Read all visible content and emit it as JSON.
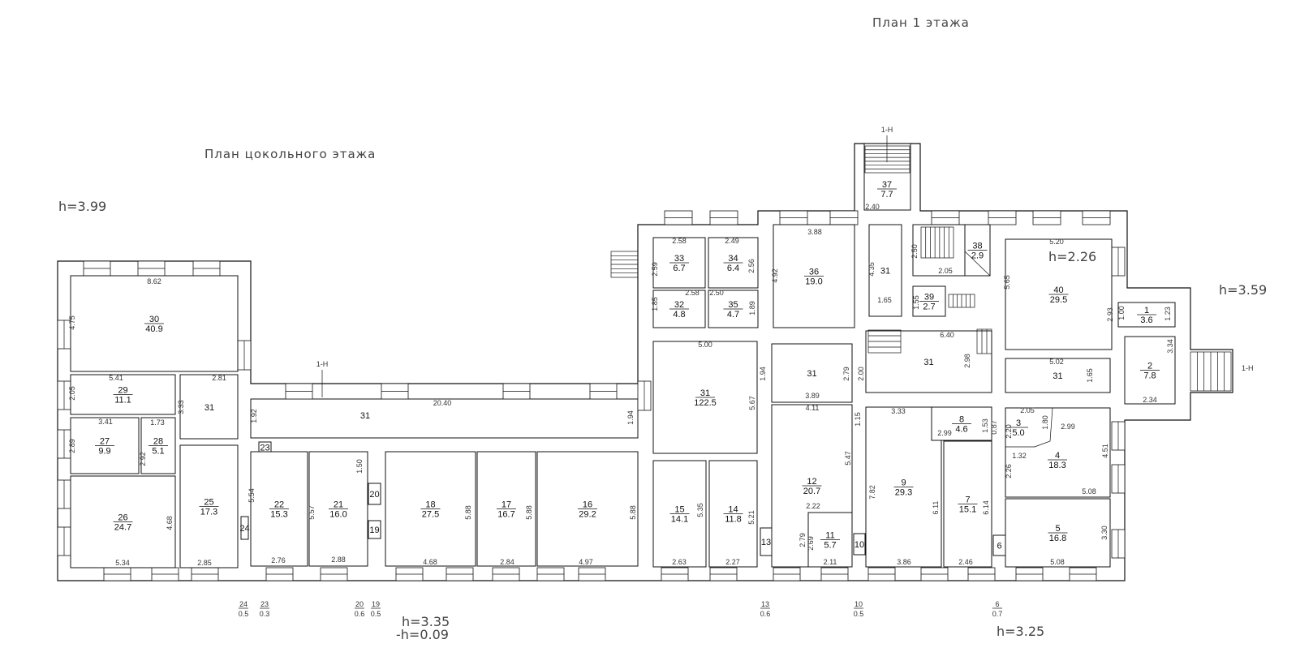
{
  "titles": {
    "first_floor": "План 1 этажа",
    "basement": "План цокольного этажа"
  },
  "heights": {
    "h_left": "h=3.99",
    "h_room40": "h=2.26",
    "h_right": "h=3.59",
    "h_bottom_mid": "h=3.35",
    "h_bottom_mid_2": "-h=0.09",
    "h_bottom_right": "h=3.25"
  },
  "section_marks": [
    "1-Н",
    "1-Н",
    "1-Н"
  ],
  "rooms": [
    {
      "num": "30",
      "area": "40.9"
    },
    {
      "num": "29",
      "area": "11.1"
    },
    {
      "num": "31",
      "area": ""
    },
    {
      "num": "27",
      "area": "9.9"
    },
    {
      "num": "28",
      "area": "5.1"
    },
    {
      "num": "26",
      "area": "24.7"
    },
    {
      "num": "25",
      "area": "17.3"
    },
    {
      "num": "31",
      "area": ""
    },
    {
      "num": "24",
      "area": ""
    },
    {
      "num": "23",
      "area": ""
    },
    {
      "num": "22",
      "area": "15.3"
    },
    {
      "num": "21",
      "area": "16.0"
    },
    {
      "num": "20",
      "area": ""
    },
    {
      "num": "19",
      "area": ""
    },
    {
      "num": "18",
      "area": "27.5"
    },
    {
      "num": "17",
      "area": "16.7"
    },
    {
      "num": "16",
      "area": "29.2"
    },
    {
      "num": "31",
      "area": "122.5"
    },
    {
      "num": "15",
      "area": "14.1"
    },
    {
      "num": "14",
      "area": "11.8"
    },
    {
      "num": "13",
      "area": ""
    },
    {
      "num": "31",
      "area": ""
    },
    {
      "num": "12",
      "area": "20.7"
    },
    {
      "num": "11",
      "area": "5.7"
    },
    {
      "num": "10",
      "area": ""
    },
    {
      "num": "31",
      "area": ""
    },
    {
      "num": "9",
      "area": "29.3"
    },
    {
      "num": "8",
      "area": "4.6"
    },
    {
      "num": "7",
      "area": "15.1"
    },
    {
      "num": "6",
      "area": ""
    },
    {
      "num": "40",
      "area": "29.5"
    },
    {
      "num": "31",
      "area": ""
    },
    {
      "num": "4",
      "area": "18.3"
    },
    {
      "num": "3",
      "area": "5.0"
    },
    {
      "num": "5",
      "area": "16.8"
    },
    {
      "num": "2",
      "area": "7.8"
    },
    {
      "num": "1",
      "area": "3.6"
    },
    {
      "num": "33",
      "area": "6.7"
    },
    {
      "num": "34",
      "area": "6.4"
    },
    {
      "num": "32",
      "area": "4.8"
    },
    {
      "num": "35",
      "area": "4.7"
    },
    {
      "num": "36",
      "area": "19.0"
    },
    {
      "num": "37",
      "area": "7.7"
    },
    {
      "num": "31",
      "area": ""
    },
    {
      "num": "38",
      "area": "2.9"
    },
    {
      "num": "39",
      "area": "2.7"
    }
  ],
  "small_rooms_legend": [
    {
      "num": "24",
      "area": "0.5"
    },
    {
      "num": "23",
      "area": "0.3"
    },
    {
      "num": "20",
      "area": "0.6"
    },
    {
      "num": "19",
      "area": "0.5"
    },
    {
      "num": "13",
      "area": "0.6"
    },
    {
      "num": "10",
      "area": "0.5"
    },
    {
      "num": "6",
      "area": "0.7"
    }
  ],
  "dims": [
    "8.62",
    "4.75",
    "5.41",
    "2.81",
    "2.05",
    "3.33",
    "3.41",
    "1.73",
    "2.89",
    "2.92",
    "5.34",
    "4.68",
    "2.85",
    "1.92",
    "20.40",
    "1.94",
    "5.54",
    "2.76",
    "5.57",
    "2.88",
    "1.50",
    "4.68",
    "5.88",
    "2.84",
    "5.88",
    "4.97",
    "5.88",
    "5.00",
    "5.67",
    "1.94",
    "2.63",
    "5.35",
    "2.27",
    "5.21",
    "3.89",
    "4.11",
    "2.79",
    "2.00",
    "1.15",
    "5.47",
    "2.22",
    "2.79",
    "2.69",
    "2.11",
    "3.33",
    "2.99",
    "1.53",
    "0.87",
    "7.82",
    "6.11",
    "6.14",
    "3.86",
    "2.46",
    "6.40",
    "2.98",
    "2.58",
    "2.49",
    "2.59",
    "2.56",
    "2.58",
    "2.50",
    "1.85",
    "1.89",
    "3.88",
    "4.92",
    "4.35",
    "1.65",
    "2.50",
    "2.05",
    "1.55",
    "2.40",
    "5.20",
    "5.65",
    "2.93",
    "1.00",
    "1.23",
    "3.34",
    "5.02",
    "1.65",
    "2.34",
    "2.05",
    "2.20",
    "1.80",
    "2.99",
    "1.32",
    "2.26",
    "4.51",
    "5.08",
    "3.30",
    "5.08"
  ]
}
